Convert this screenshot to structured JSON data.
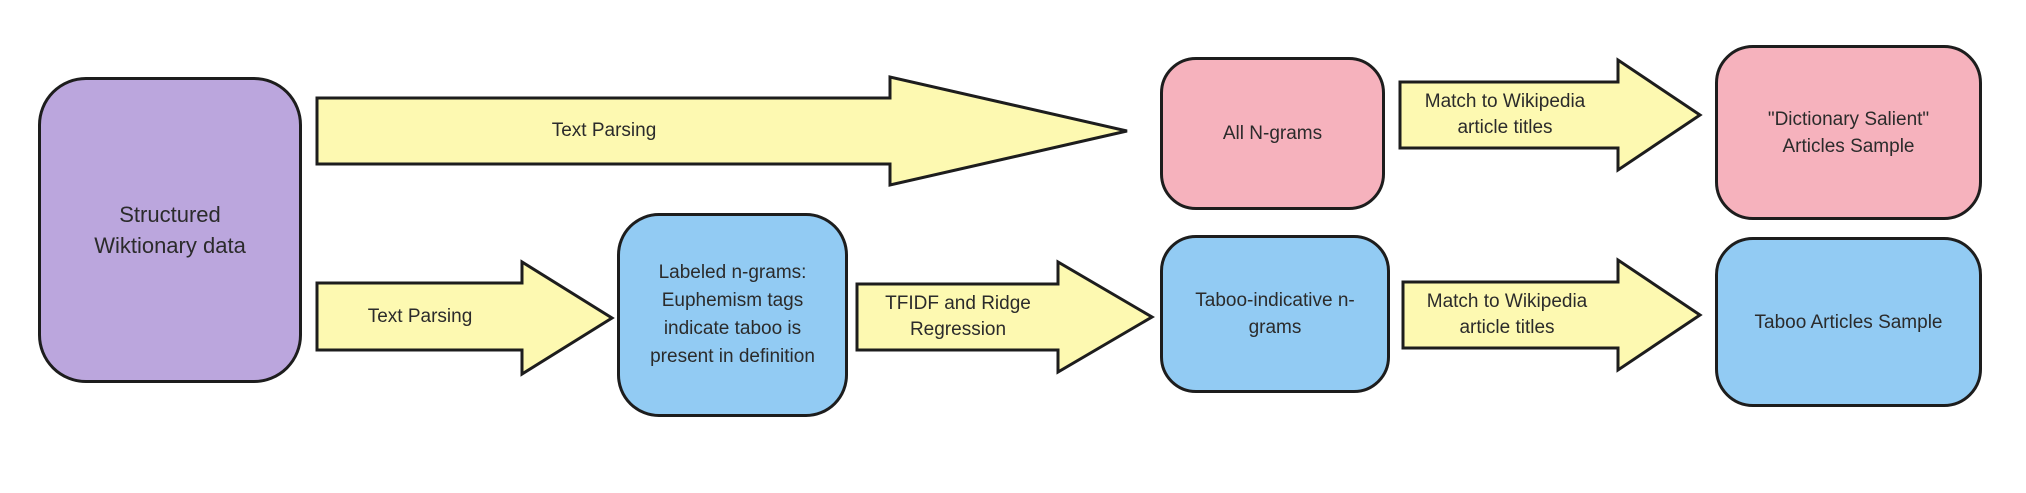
{
  "diagram": {
    "nodes": {
      "source": {
        "label": "Structured\nWiktionary data",
        "color": "#BBA6DD"
      },
      "all_ngrams": {
        "label": "All N-grams",
        "color": "#F6B2BD"
      },
      "dictionary_salient": {
        "label": "\"Dictionary Salient\"\nArticles Sample",
        "color": "#F6B2BD"
      },
      "labeled_ngrams": {
        "label": "Labeled n-grams:\nEuphemism tags\nindicate taboo is\npresent in definition",
        "color": "#92CBF3"
      },
      "taboo_ngrams": {
        "label": "Taboo-indicative n-\ngrams",
        "color": "#92CBF3"
      },
      "taboo_articles": {
        "label": "Taboo Articles Sample",
        "color": "#92CBF3"
      }
    },
    "arrows": {
      "text_parsing_top": {
        "label": "Text Parsing"
      },
      "text_parsing_bottom": {
        "label": "Text Parsing"
      },
      "tfidf": {
        "label": "TFIDF and Ridge\nRegression"
      },
      "match_top": {
        "label": "Match to Wikipedia\narticle titles"
      },
      "match_bottom": {
        "label": "Match to Wikipedia\narticle titles"
      }
    },
    "colors": {
      "background": "#ffffff",
      "arrow_fill": "#FDF9B1",
      "outline": "#1d1d1d",
      "node_purple": "#BBA6DD",
      "node_pink": "#F6B2BD",
      "node_blue": "#92CBF3",
      "text": "#2b2b2b"
    }
  }
}
